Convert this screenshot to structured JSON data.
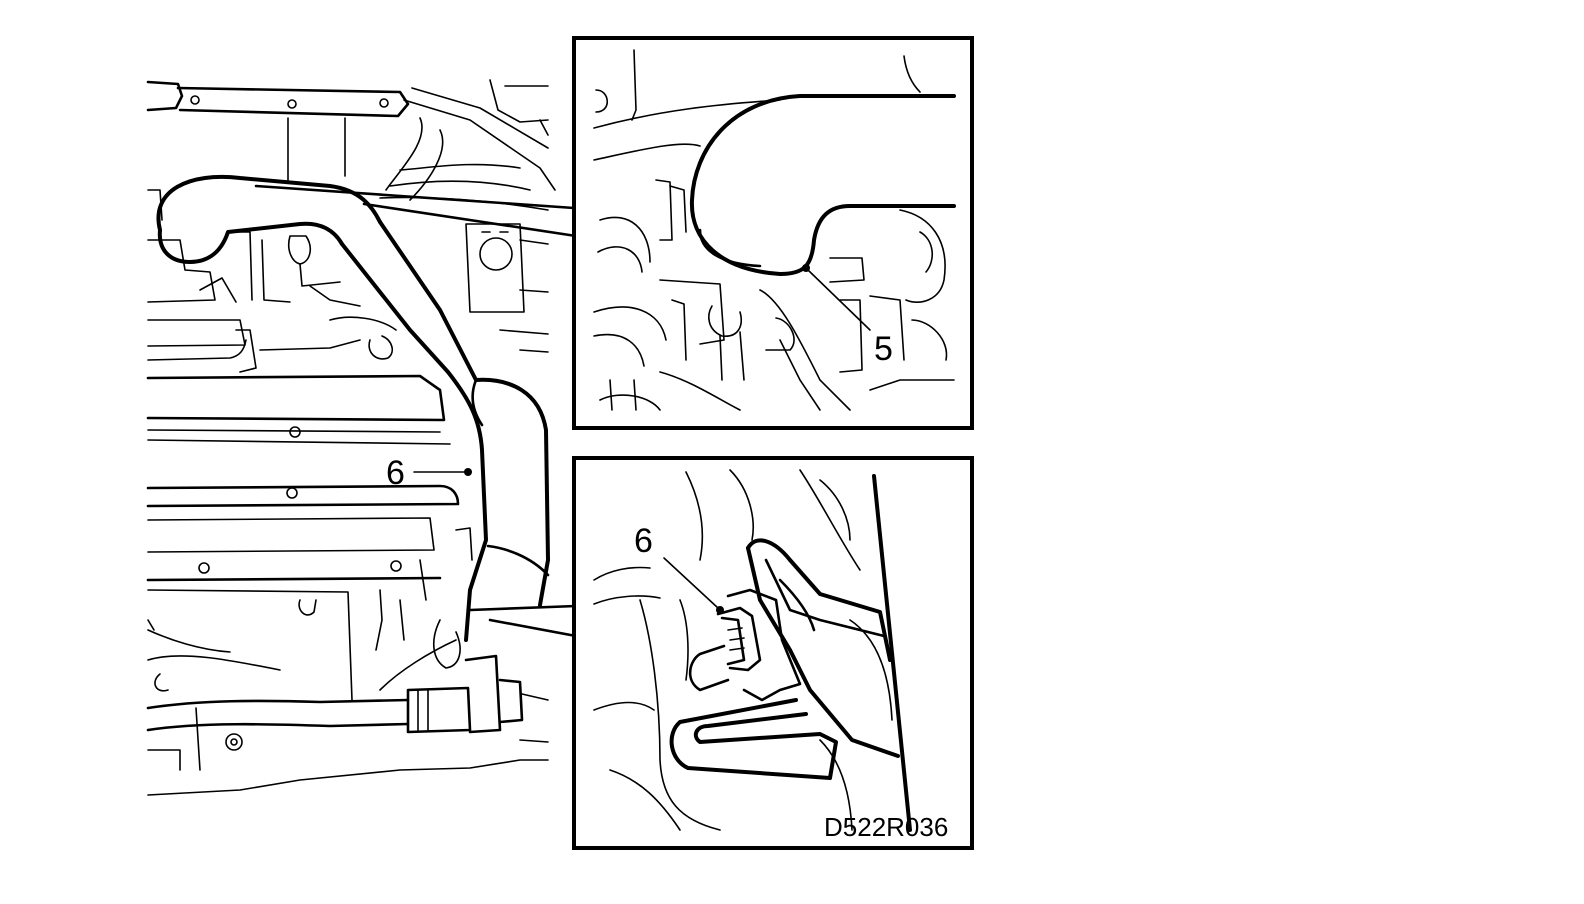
{
  "diagram": {
    "reference_code": "D522R036",
    "callouts": {
      "main_sensor": "6",
      "detail_top": "5",
      "detail_bottom": "6"
    },
    "colors": {
      "ink": "#000000",
      "paper": "#ffffff"
    }
  }
}
